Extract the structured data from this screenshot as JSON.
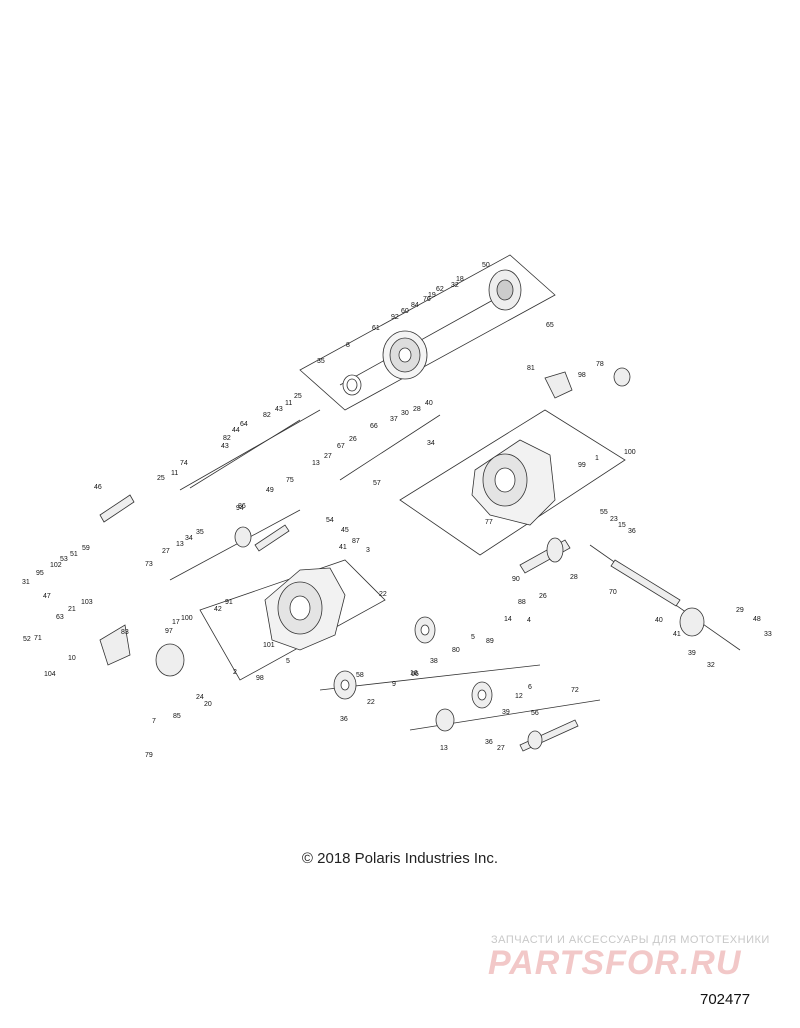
{
  "diagram": {
    "callouts": [
      "50",
      "18",
      "32",
      "19",
      "62",
      "76",
      "84",
      "60",
      "92",
      "61",
      "8",
      "35",
      "65",
      "25",
      "11",
      "43",
      "82",
      "64",
      "44",
      "82",
      "43",
      "74",
      "11",
      "25",
      "40",
      "28",
      "30",
      "37",
      "66",
      "26",
      "67",
      "27",
      "13",
      "34",
      "1",
      "99",
      "100",
      "81",
      "78",
      "98",
      "46",
      "49",
      "75",
      "94",
      "86",
      "57",
      "54",
      "45",
      "87",
      "3",
      "77",
      "35",
      "34",
      "13",
      "27",
      "73",
      "41",
      "16",
      "22",
      "55",
      "23",
      "15",
      "36",
      "70",
      "59",
      "51",
      "53",
      "102",
      "95",
      "31",
      "47",
      "21",
      "103",
      "71",
      "52",
      "63",
      "10",
      "83",
      "42",
      "91",
      "17",
      "100",
      "97",
      "101",
      "5",
      "2",
      "98",
      "90",
      "88",
      "26",
      "28",
      "38",
      "80",
      "14",
      "89",
      "66",
      "9",
      "22",
      "36",
      "58",
      "6",
      "12",
      "39",
      "27",
      "13",
      "72",
      "56",
      "36",
      "40",
      "29",
      "41",
      "48",
      "33",
      "39",
      "32",
      "104",
      "24",
      "20",
      "7",
      "79",
      "85",
      "5",
      "4",
      "69",
      "9",
      "38"
    ]
  },
  "copyright": "© 2018 Polaris Industries Inc.",
  "watermark": {
    "tagline": "ЗАПЧАСТИ И АКСЕССУАРЫ ДЛЯ МОТОТЕХНИКИ",
    "brand": "PARTSFOR.RU"
  },
  "figure_number": "702477"
}
